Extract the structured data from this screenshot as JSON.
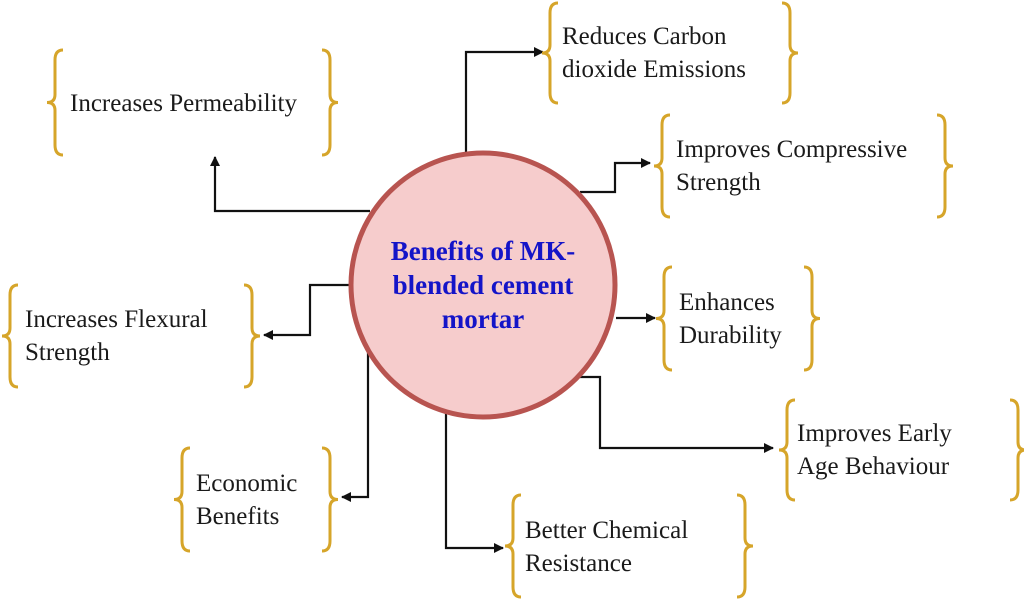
{
  "colors": {
    "circle_fill": "#f6cccc",
    "circle_stroke": "#b85450",
    "title_text": "#1414c8",
    "brace": "#d6a52a",
    "arrow": "#111111"
  },
  "center": {
    "line1": "Benefits of MK-",
    "line2": "blended cement",
    "line3": "mortar"
  },
  "benefits": [
    {
      "line1": "Increases Permeability",
      "line2": ""
    },
    {
      "line1": "Reduces Carbon",
      "line2": "dioxide Emissions"
    },
    {
      "line1": "Improves Compressive",
      "line2": "Strength"
    },
    {
      "line1": "Increases Flexural",
      "line2": "Strength"
    },
    {
      "line1": "Enhances",
      "line2": "Durability"
    },
    {
      "line1": "Improves Early",
      "line2": "Age Behaviour"
    },
    {
      "line1": "Economic",
      "line2": "Benefits"
    },
    {
      "line1": "Better Chemical",
      "line2": "Resistance"
    }
  ]
}
